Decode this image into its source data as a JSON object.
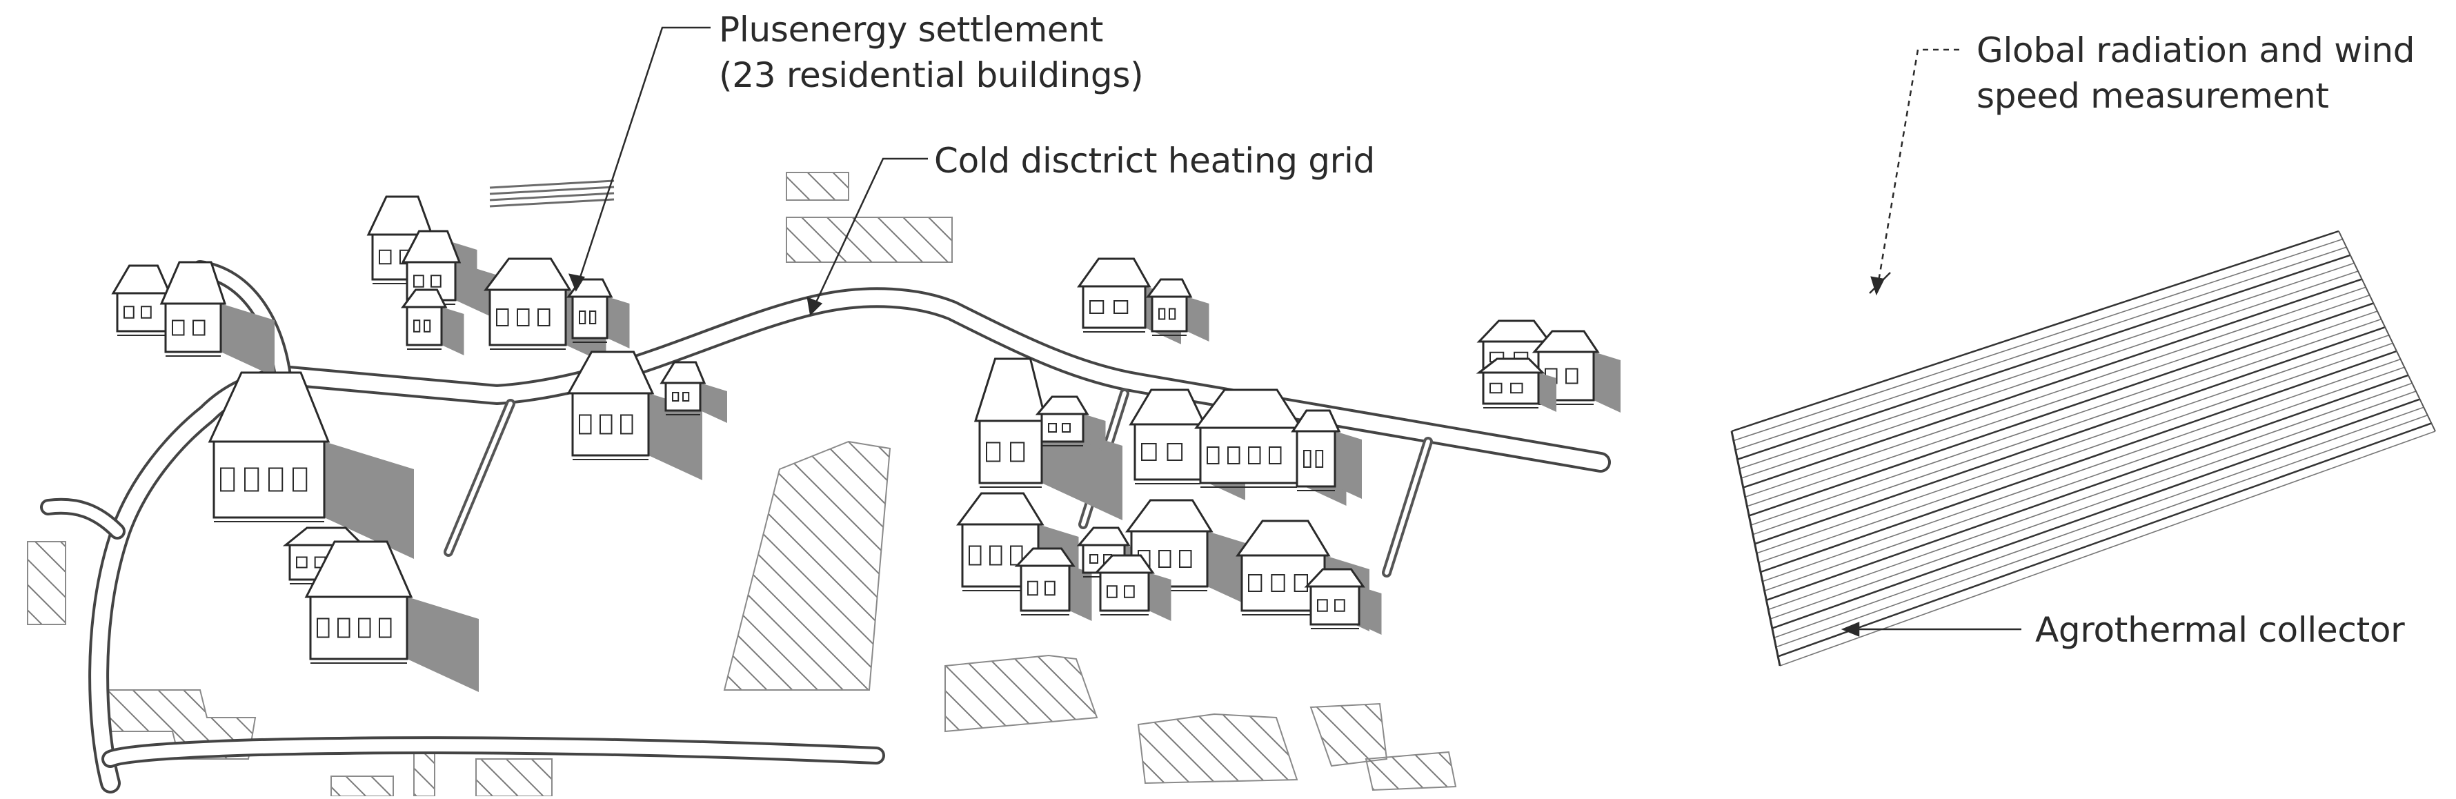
{
  "labels": {
    "settlement": [
      "Plusenergy settlement",
      "(23 residential buildings)"
    ],
    "grid": "Cold disctrict heating grid",
    "measurement": [
      "Global radiation and wind",
      "speed measurement"
    ],
    "collector": "Agrothermal collector"
  },
  "colors": {
    "line": "#2a2a2a",
    "hatch": "#7a7a7a",
    "roof": "#ffffff",
    "shadow": "#8f8f8f",
    "text": "#2a2a2a"
  }
}
